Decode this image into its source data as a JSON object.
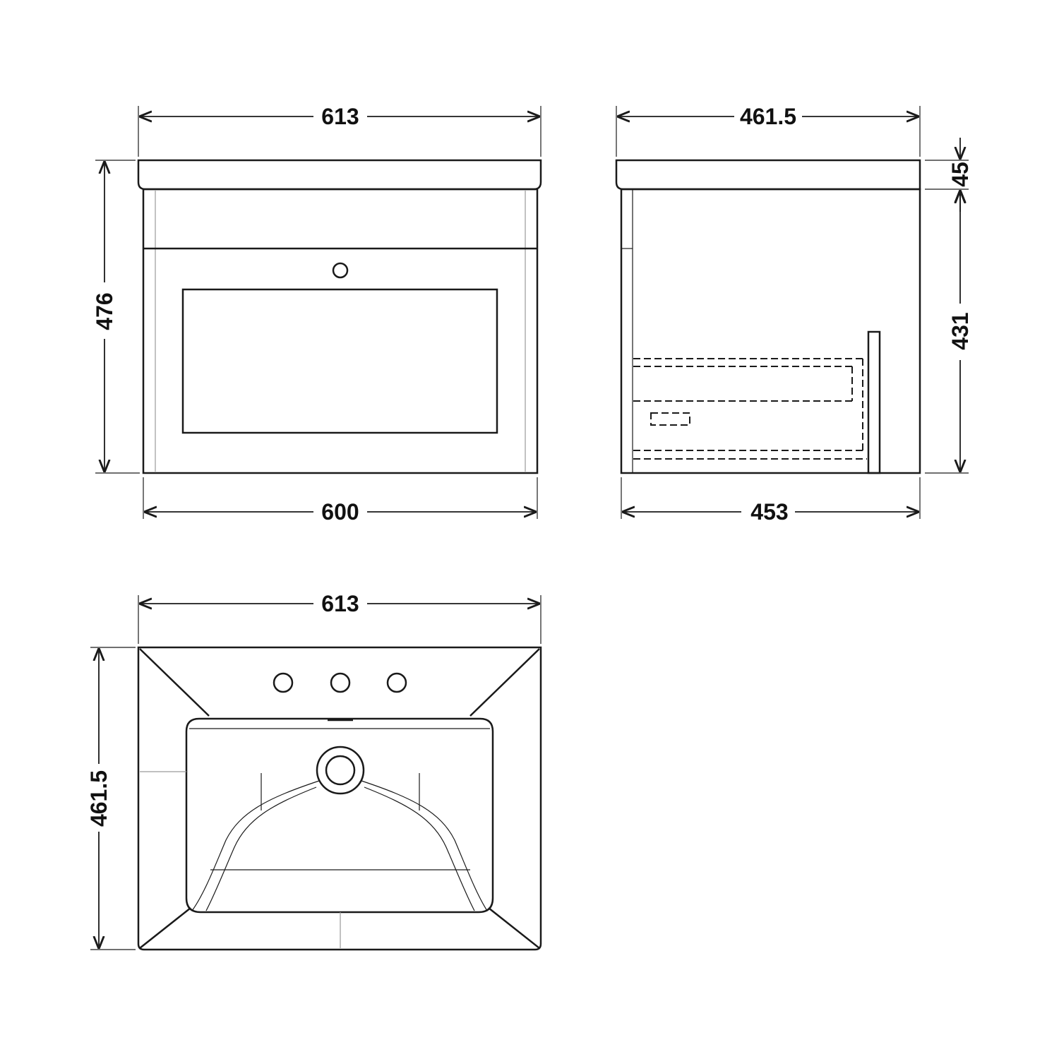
{
  "front_view": {
    "top_width": "613",
    "height": "476",
    "bottom_width": "600"
  },
  "side_view": {
    "top_depth": "461.5",
    "basin_height": "45",
    "cabinet_height": "431",
    "bottom_depth": "453"
  },
  "top_view": {
    "width": "613",
    "depth": "461.5"
  }
}
